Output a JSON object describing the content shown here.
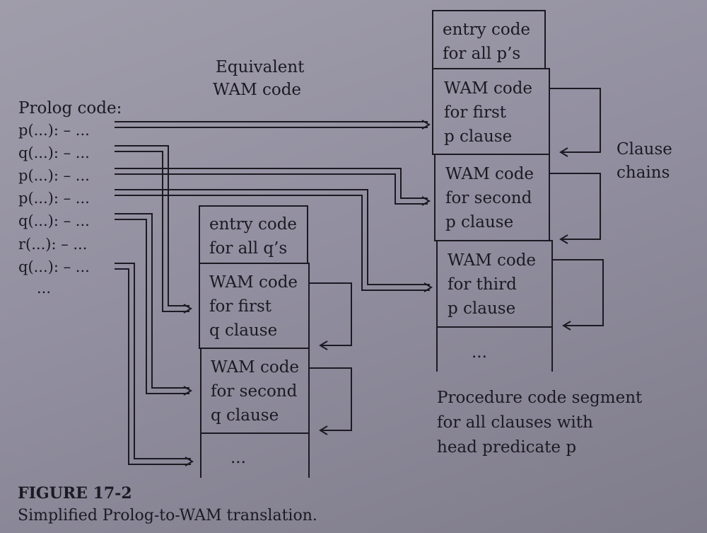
{
  "prolog": {
    "heading": "Prolog code:",
    "lines": [
      "p(...): – ...",
      "q(...): – ...",
      "p(...): – ...",
      "p(...): – ...",
      "q(...): – ...",
      "r(...): – ...",
      "q(...): – ...",
      "..."
    ]
  },
  "wam_label": [
    "Equivalent",
    "WAM code"
  ],
  "p_segment": {
    "entry": [
      "entry code",
      "for all p’s"
    ],
    "clauses": [
      [
        "WAM code",
        "for first",
        "p clause"
      ],
      [
        "WAM code",
        "for second",
        "p clause"
      ],
      [
        "WAM code",
        "for third",
        "p clause"
      ]
    ],
    "ellipsis": "..."
  },
  "q_segment": {
    "entry": [
      "entry code",
      "for all q’s"
    ],
    "clauses": [
      [
        "WAM code",
        "for first",
        "q clause"
      ],
      [
        "WAM code",
        "for second",
        "q clause"
      ]
    ],
    "ellipsis": "..."
  },
  "clause_chains_label": [
    "Clause",
    "chains"
  ],
  "procedure_label": [
    "Procedure code segment",
    "for all clauses with",
    "head predicate p"
  ],
  "figure": {
    "title": "FIGURE 17-2",
    "caption": "Simplified Prolog-to-WAM translation."
  }
}
